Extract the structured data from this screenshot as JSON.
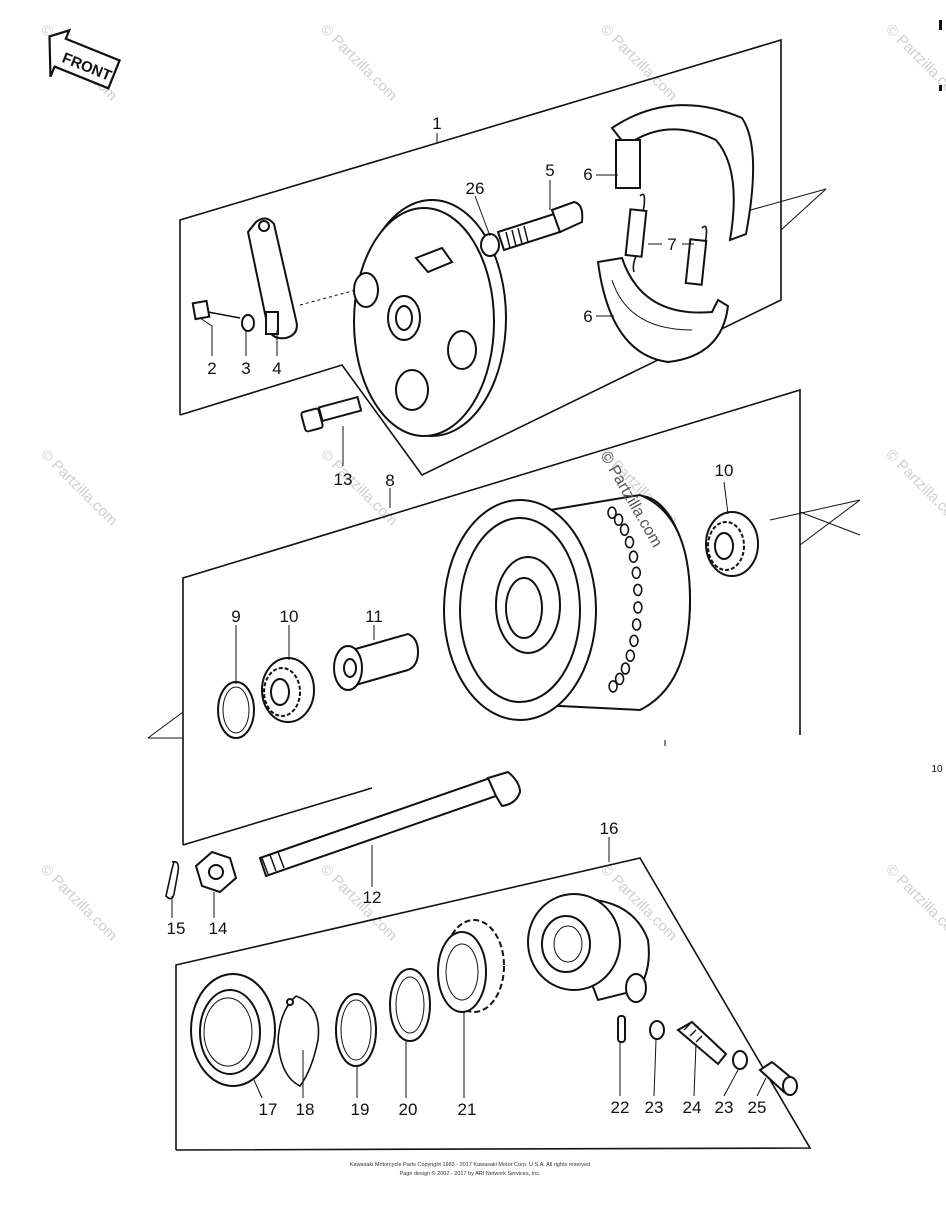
{
  "front_label": "FRONT",
  "page_side_number": "10",
  "watermark": "© Partzilla.com",
  "callouts": [
    {
      "key": "c1",
      "text": "1"
    },
    {
      "key": "c2",
      "text": "2"
    },
    {
      "key": "c3",
      "text": "3"
    },
    {
      "key": "c4",
      "text": "4"
    },
    {
      "key": "c5",
      "text": "5"
    },
    {
      "key": "c6a",
      "text": "6"
    },
    {
      "key": "c6b",
      "text": "6"
    },
    {
      "key": "c7",
      "text": "7"
    },
    {
      "key": "c8",
      "text": "8"
    },
    {
      "key": "c9",
      "text": "9"
    },
    {
      "key": "c10a",
      "text": "10"
    },
    {
      "key": "c10b",
      "text": "10"
    },
    {
      "key": "c11",
      "text": "11"
    },
    {
      "key": "c12",
      "text": "12"
    },
    {
      "key": "c13",
      "text": "13"
    },
    {
      "key": "c14",
      "text": "14"
    },
    {
      "key": "c15",
      "text": "15"
    },
    {
      "key": "c16",
      "text": "16"
    },
    {
      "key": "c17",
      "text": "17"
    },
    {
      "key": "c18",
      "text": "18"
    },
    {
      "key": "c19",
      "text": "19"
    },
    {
      "key": "c20",
      "text": "20"
    },
    {
      "key": "c21",
      "text": "21"
    },
    {
      "key": "c22",
      "text": "22"
    },
    {
      "key": "c23a",
      "text": "23"
    },
    {
      "key": "c24",
      "text": "24"
    },
    {
      "key": "c23b",
      "text": "23"
    },
    {
      "key": "c25",
      "text": "25"
    },
    {
      "key": "c26",
      "text": "26"
    }
  ],
  "footer_lines": [
    "Kawasaki Motorcycle Parts Copyright 1983 - 2017 Kawasaki Motor Corp. U.S.A. All rights reserved",
    "Page design © 2002 - 2017 by ARI Network Services, Inc."
  ]
}
